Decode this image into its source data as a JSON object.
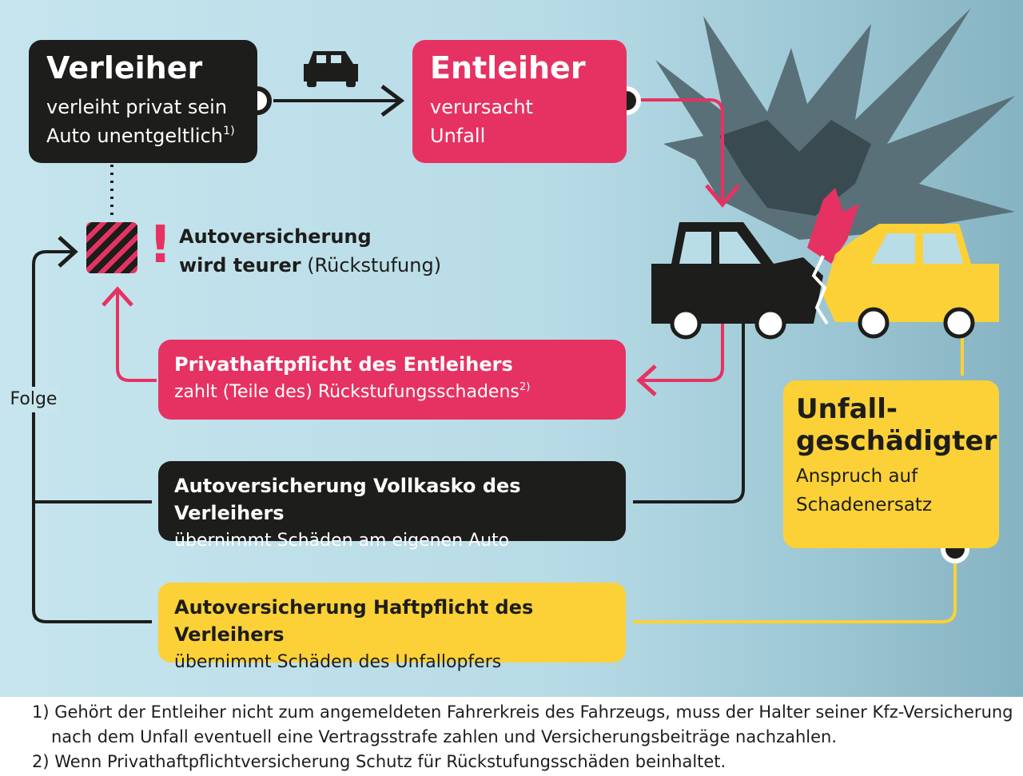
{
  "lender": {
    "title": "Verleiher",
    "line1": "verleiht privat sein",
    "line2": "Auto unentgeltlich",
    "note_mark": "1)"
  },
  "borrower": {
    "title": "Entleiher",
    "line1": "verursacht",
    "line2": "Unfall"
  },
  "insurance_warning": {
    "exclamation": "!",
    "bold1": "Autoversicherung",
    "bold2": "wird teurer",
    "normal": " (Rückstufung)"
  },
  "consequence_label": "Folge",
  "private_liability": {
    "title": "Privathaftpflicht des Entleihers",
    "text": "zahlt (Teile des) Rückstufungsschadens",
    "note_mark": "2)"
  },
  "comprehensive": {
    "title": "Autoversicherung Vollkasko des Verleihers",
    "text": "übernimmt Schäden am eigenen Auto"
  },
  "car_liability": {
    "title": "Autoversicherung Haftpflicht des Verleihers",
    "text": "übernimmt Schäden des Unfallopfers"
  },
  "injured_party": {
    "title1": "Unfall-",
    "title2": "geschädigter",
    "line1": "Anspruch auf",
    "line2": "Schadenersatz"
  },
  "footnotes": {
    "note1_line1": "1) Gehört der Entleiher nicht zum angemeldeten Fahrerkreis des Fahrzeugs, muss der Halter seiner Kfz-Versicherung",
    "note1_line2": "nach dem Unfall eventuell eine Vertragsstrafe zahlen und Versicherungsbeiträge nachzahlen.",
    "note2": "2) Wenn Privathaftpflichtversicherung Schutz für Rückstufungsschäden beinhaltet."
  },
  "colors": {
    "dark": "#1d1d1b",
    "pink": "#e63262",
    "yellow": "#fbd137",
    "background": "#c6e5ee"
  },
  "icons": [
    "car-icon",
    "explosion-icon",
    "black-car-icon",
    "yellow-car-icon",
    "striped-warning-icon",
    "exclamation-icon"
  ]
}
